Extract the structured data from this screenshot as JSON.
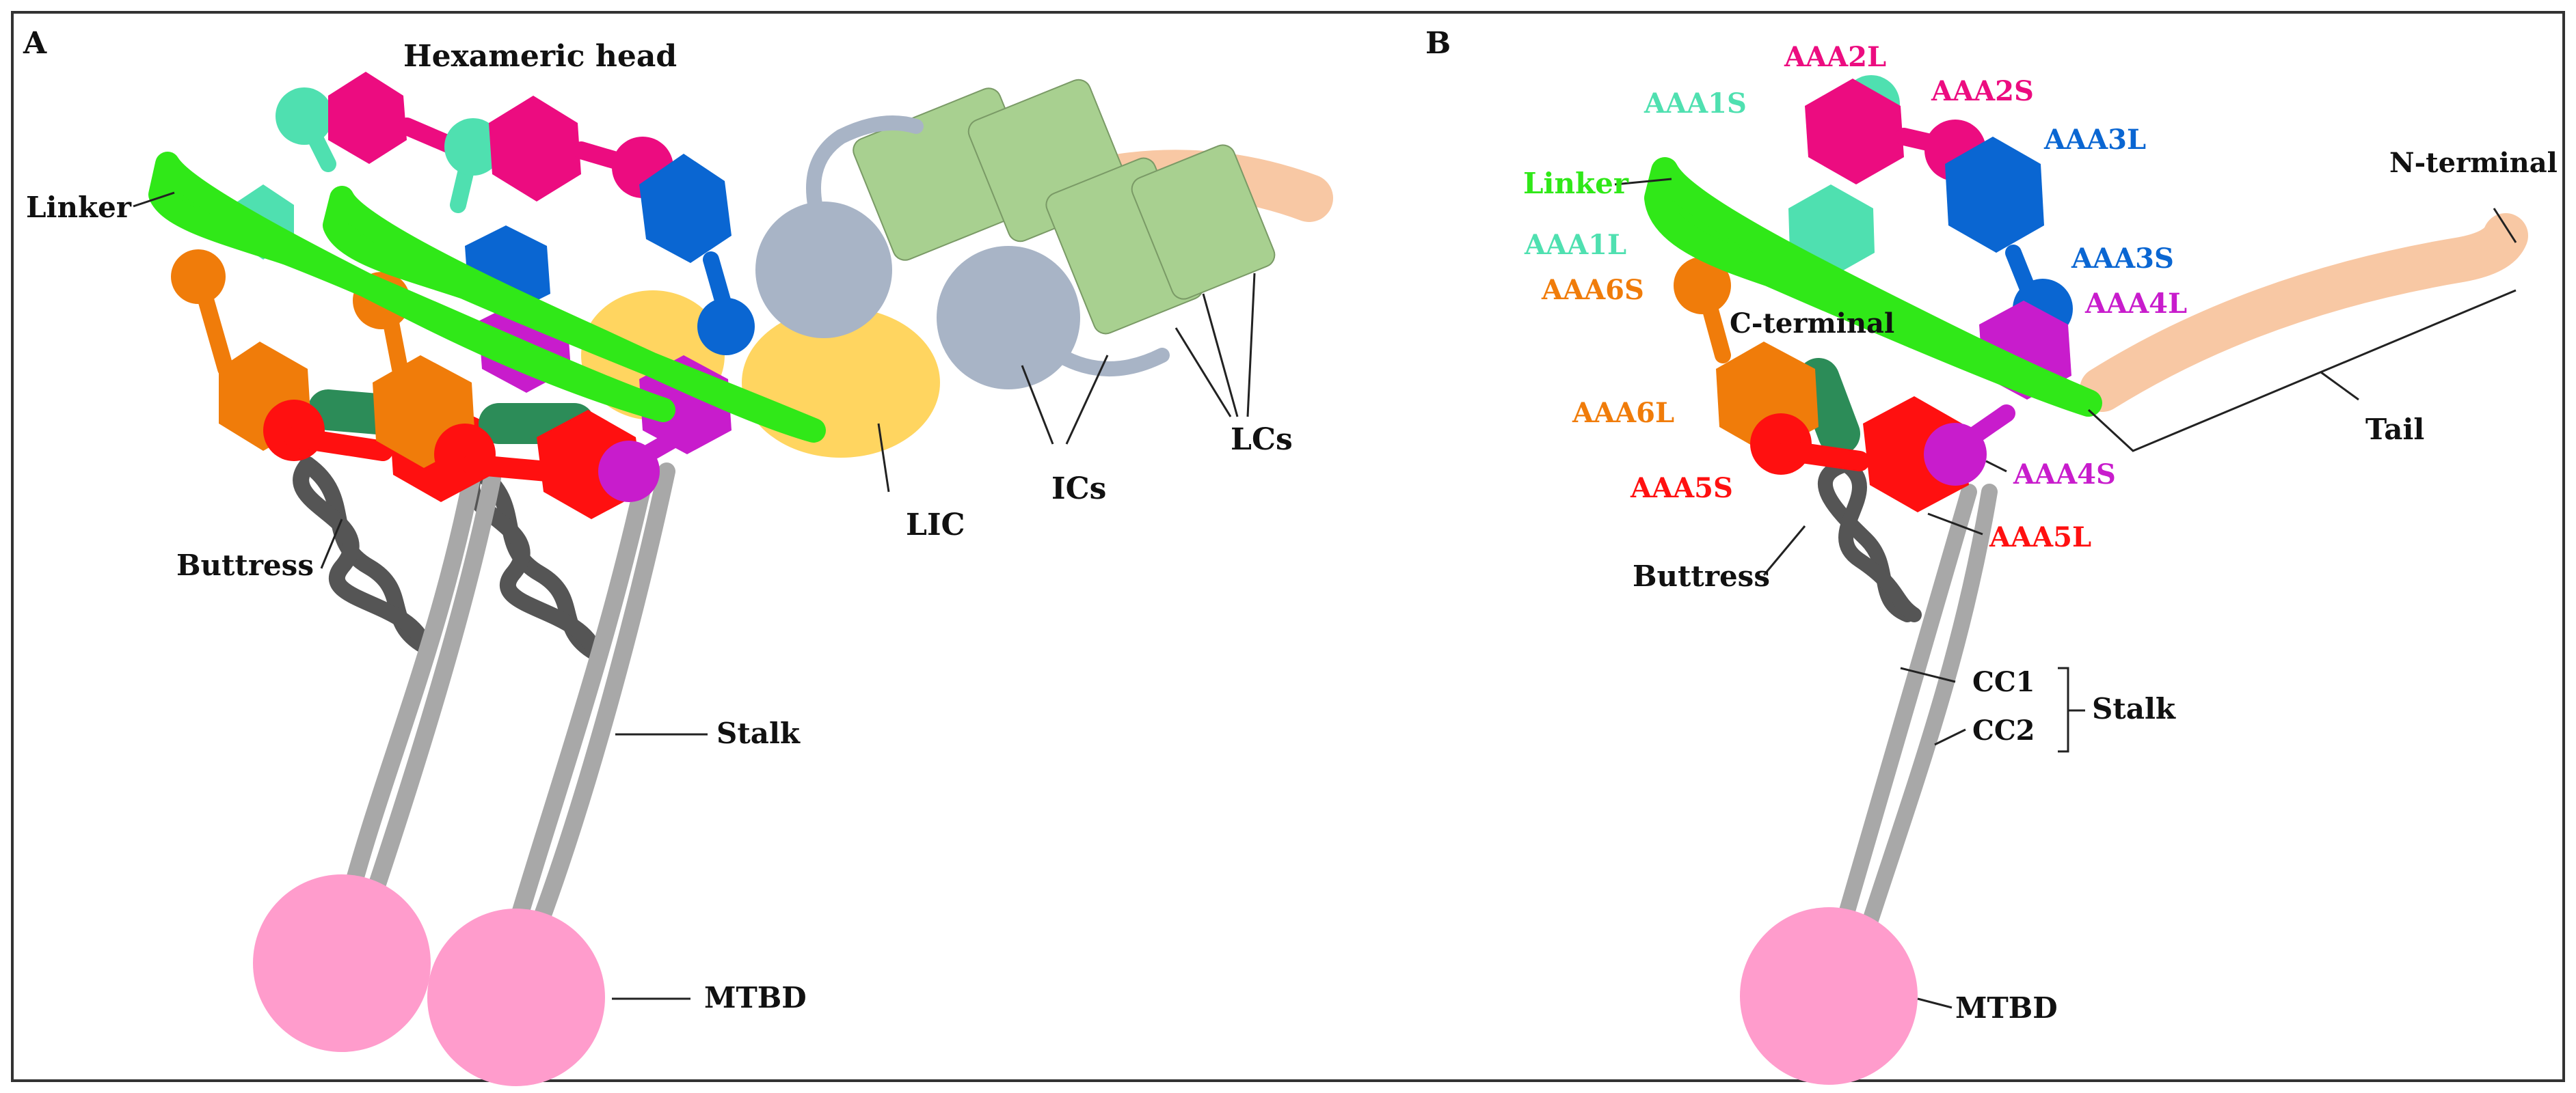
{
  "panels": {
    "a": {
      "letter": "A"
    },
    "b": {
      "letter": "B"
    }
  },
  "labels_a": {
    "hexameric_head": "Hexameric head",
    "linker": "Linker",
    "buttress": "Buttress",
    "stalk": "Stalk",
    "mtbd": "MTBD",
    "lic": "LIC",
    "ics": "ICs",
    "lcs": "LCs"
  },
  "labels_b": {
    "aaa1s": "AAA1S",
    "aaa2l": "AAA2L",
    "aaa2s": "AAA2S",
    "aaa3l": "AAA3L",
    "aaa3s": "AAA3S",
    "aaa4l": "AAA4L",
    "aaa4s": "AAA4S",
    "aaa5l": "AAA5L",
    "aaa5s": "AAA5S",
    "aaa6l": "AAA6L",
    "aaa6s": "AAA6S",
    "aaa1l": "AAA1L",
    "linker": "Linker",
    "c_terminal": "C-terminal",
    "n_terminal": "N-terminal",
    "tail": "Tail",
    "buttress": "Buttress",
    "cc1": "CC1",
    "cc2": "CC2",
    "stalk": "Stalk",
    "mtbd": "MTBD"
  },
  "colors": {
    "aaa1": "#4fe0b0",
    "aaa2": "#ec0c80",
    "aaa3": "#0a66d2",
    "aaa4": "#c81ccc",
    "aaa5": "#ff1010",
    "aaa6": "#f07c0a",
    "linker": "#30e818",
    "c_terminal": "#2c8c58",
    "buttress": "#555555",
    "stalk": "#a8a8a8",
    "mtbd": "#ff9ccc",
    "lic": "#ffd560",
    "ics": "#a8b4c6",
    "lcs": "#a8d090",
    "tail": "#f8c8a4",
    "frame": "#333333"
  }
}
